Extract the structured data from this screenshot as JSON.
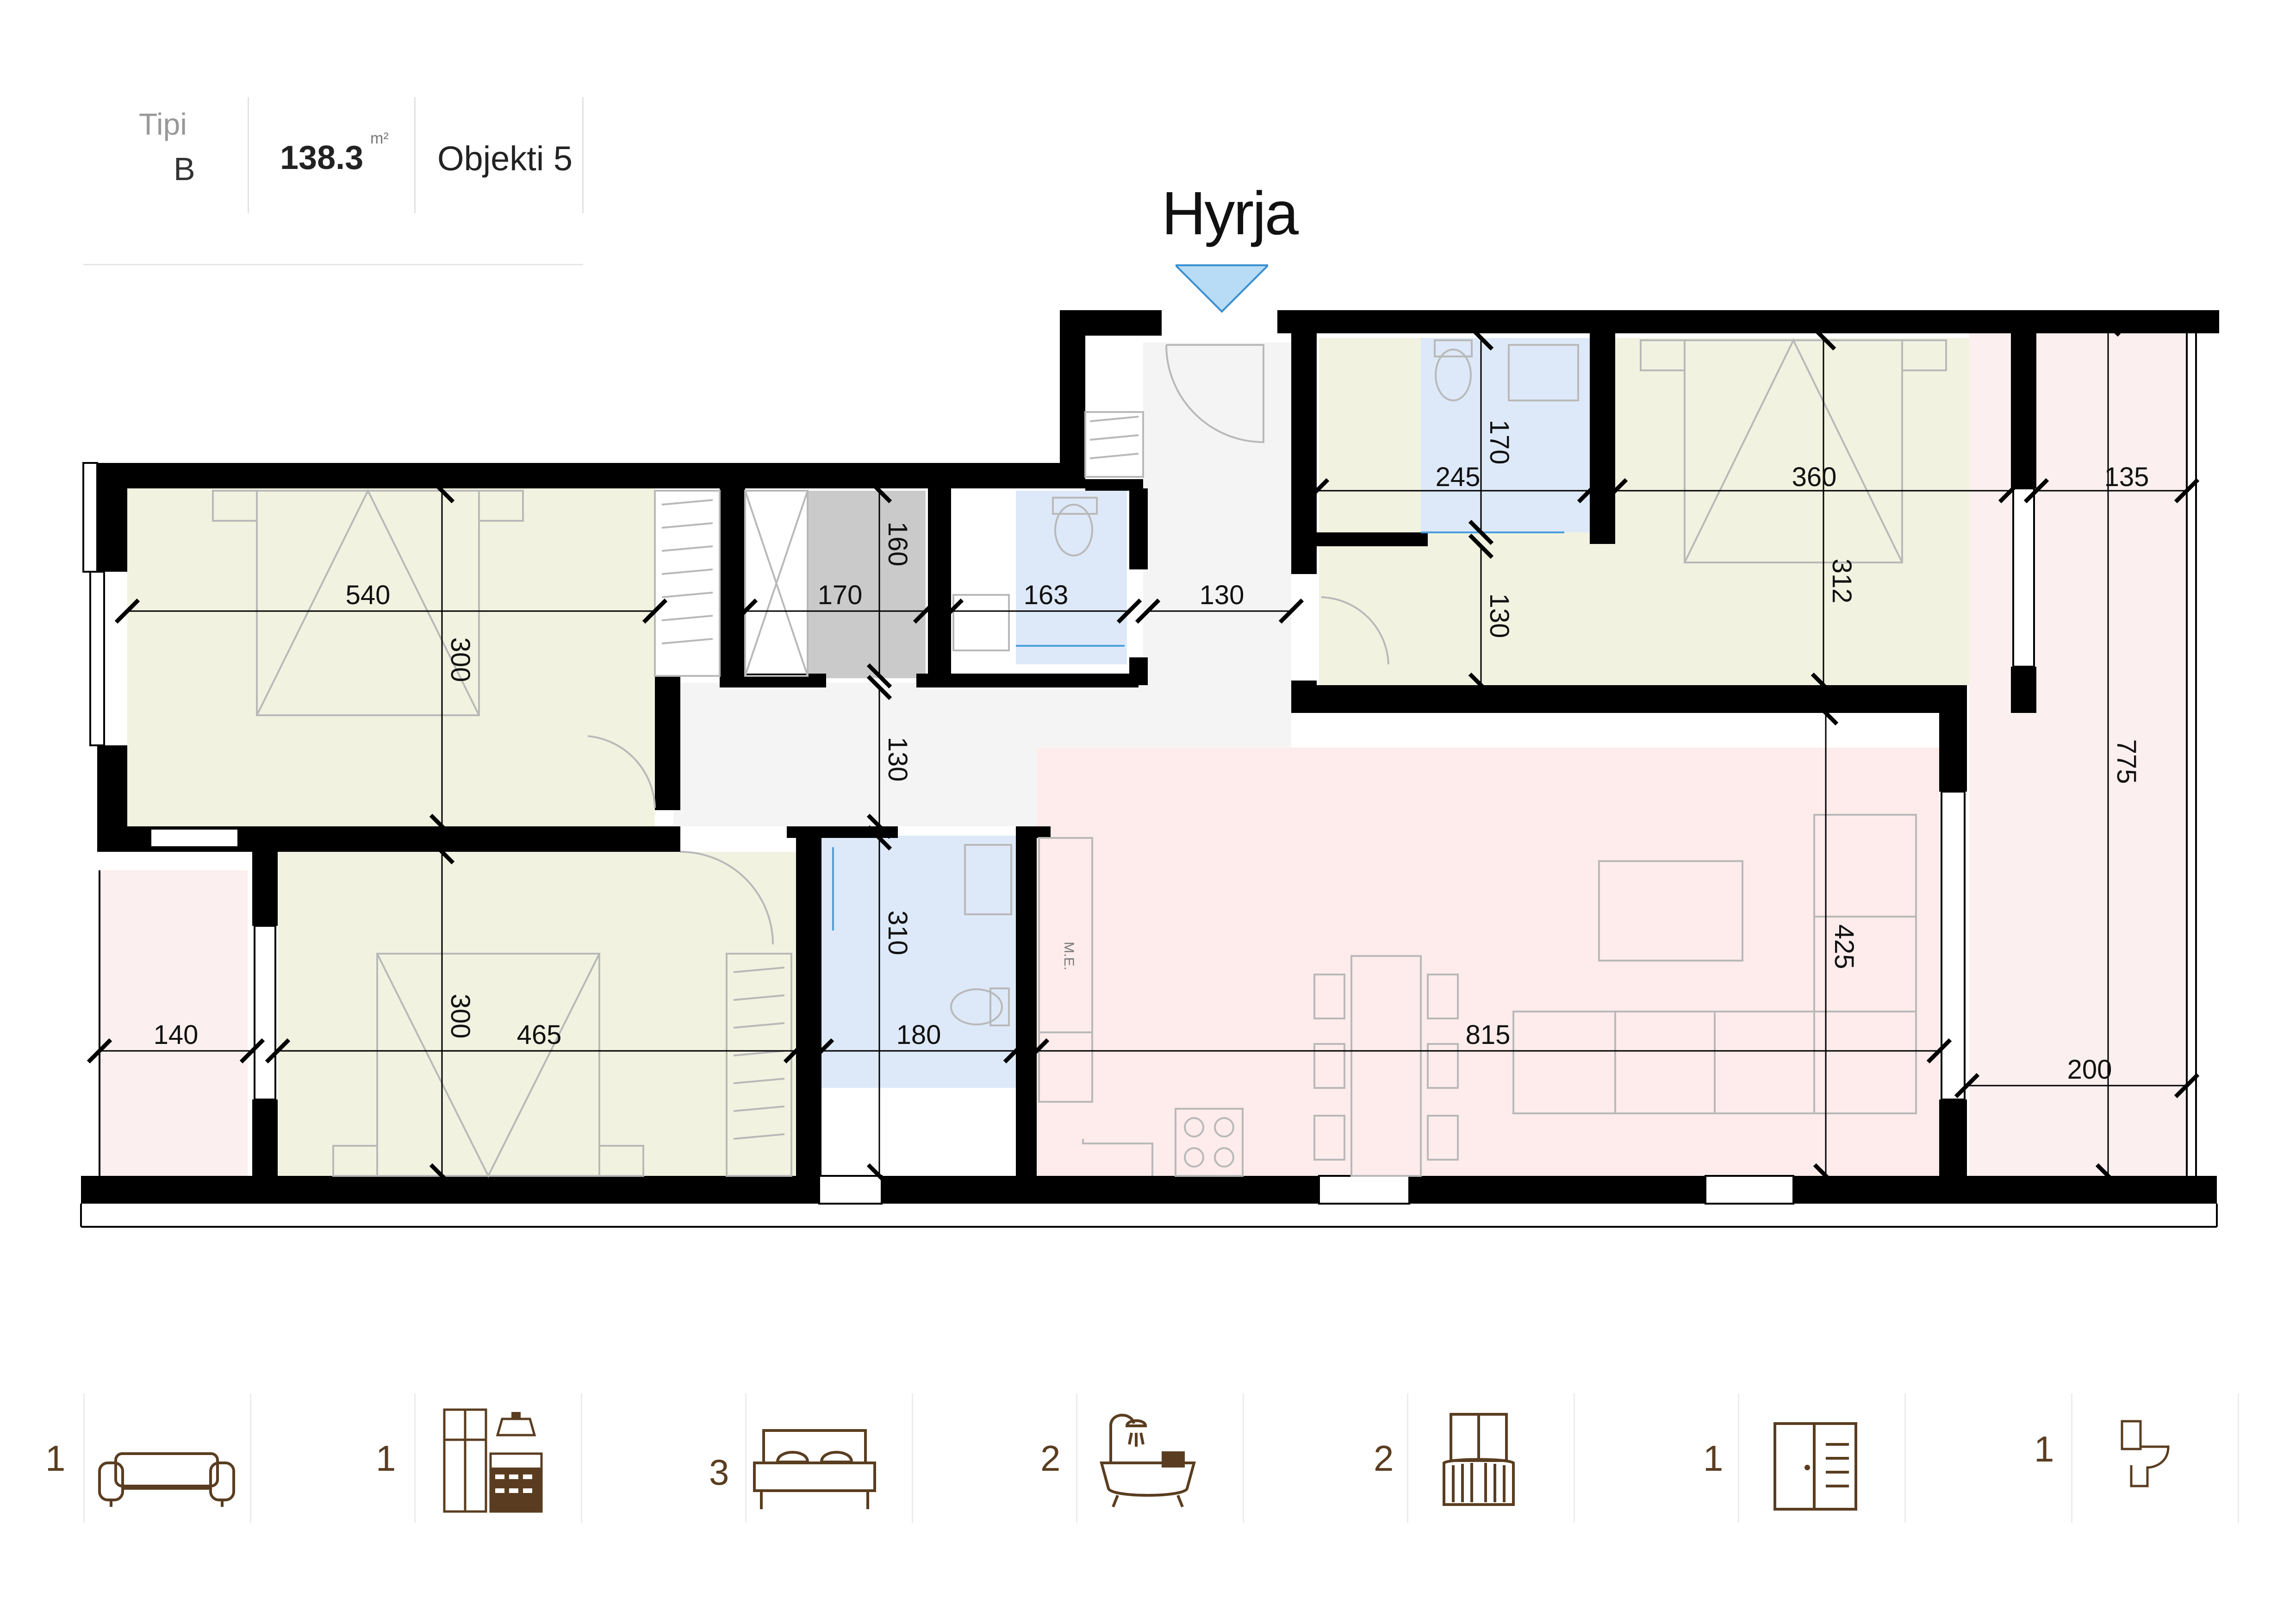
{
  "header": {
    "type_label": "Tipi",
    "type_value": "B",
    "area_value": "138.3",
    "area_unit": "m²",
    "object_label": "Objekti 5"
  },
  "entrance": {
    "label": "Hyrja"
  },
  "dimensions": {
    "bedroom1_width": "540",
    "bedroom1_depth": "300",
    "closet_width": "170",
    "closet_depth": "160",
    "wc_width": "163",
    "entry_width": "130",
    "hall_depth": "130",
    "bath_top_width": "245",
    "bath_top_depth": "170",
    "bedroom3_width": "360",
    "bedroom3_depth": "312",
    "corridor_depth": "130",
    "terrace_top_width": "135",
    "terrace_length": "775",
    "balcony_left_width": "140",
    "bedroom2_depth": "300",
    "bedroom2_width": "465",
    "bath_mid_depth": "310",
    "bath_mid_width": "180",
    "living_width": "815",
    "living_depth": "425",
    "terrace_width": "200",
    "meter_label": "M.E."
  },
  "amenities": [
    {
      "count": "1",
      "icon": "sofa-icon"
    },
    {
      "count": "1",
      "icon": "kitchen-icon"
    },
    {
      "count": "3",
      "icon": "bed-icon"
    },
    {
      "count": "2",
      "icon": "bathtub-icon"
    },
    {
      "count": "2",
      "icon": "balcony-icon"
    },
    {
      "count": "1",
      "icon": "wardrobe-icon"
    },
    {
      "count": "1",
      "icon": "toilet-icon"
    }
  ],
  "colors": {
    "wall": "#000000",
    "bedroom": "#f1f3e0",
    "bathroom": "#dde9f8",
    "living": "#fdeceb",
    "terrace": "#fcefef",
    "hall": "#f4f4f4",
    "closet": "#cacaca",
    "entrance_arrow": "#b8dcf5",
    "legend_text": "#5a3d20"
  }
}
